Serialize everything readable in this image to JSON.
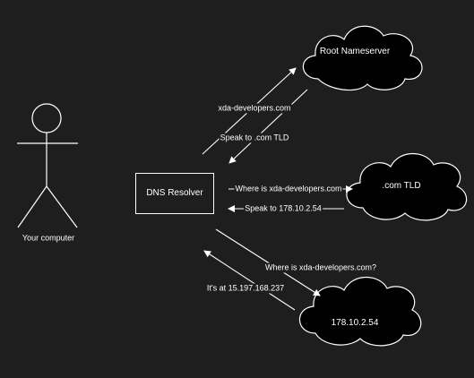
{
  "actor": {
    "label": "Your computer"
  },
  "resolver": {
    "label": "DNS Resolver"
  },
  "clouds": {
    "root": "Root Nameserver",
    "tld": ".com TLD",
    "auth": "178.10.2.54"
  },
  "edges": {
    "to_root": "xda-developers.com",
    "from_root": "Speak to  .com TLD",
    "to_tld": "Where is xda-developers.com",
    "from_tld": "Speak to 178.10.2.54",
    "to_auth": "Where is xda-developers.com?",
    "from_auth": "It's at  15.197.168.237"
  },
  "colors": {
    "background": "#1e1e1e",
    "stroke": "#ffffff"
  }
}
